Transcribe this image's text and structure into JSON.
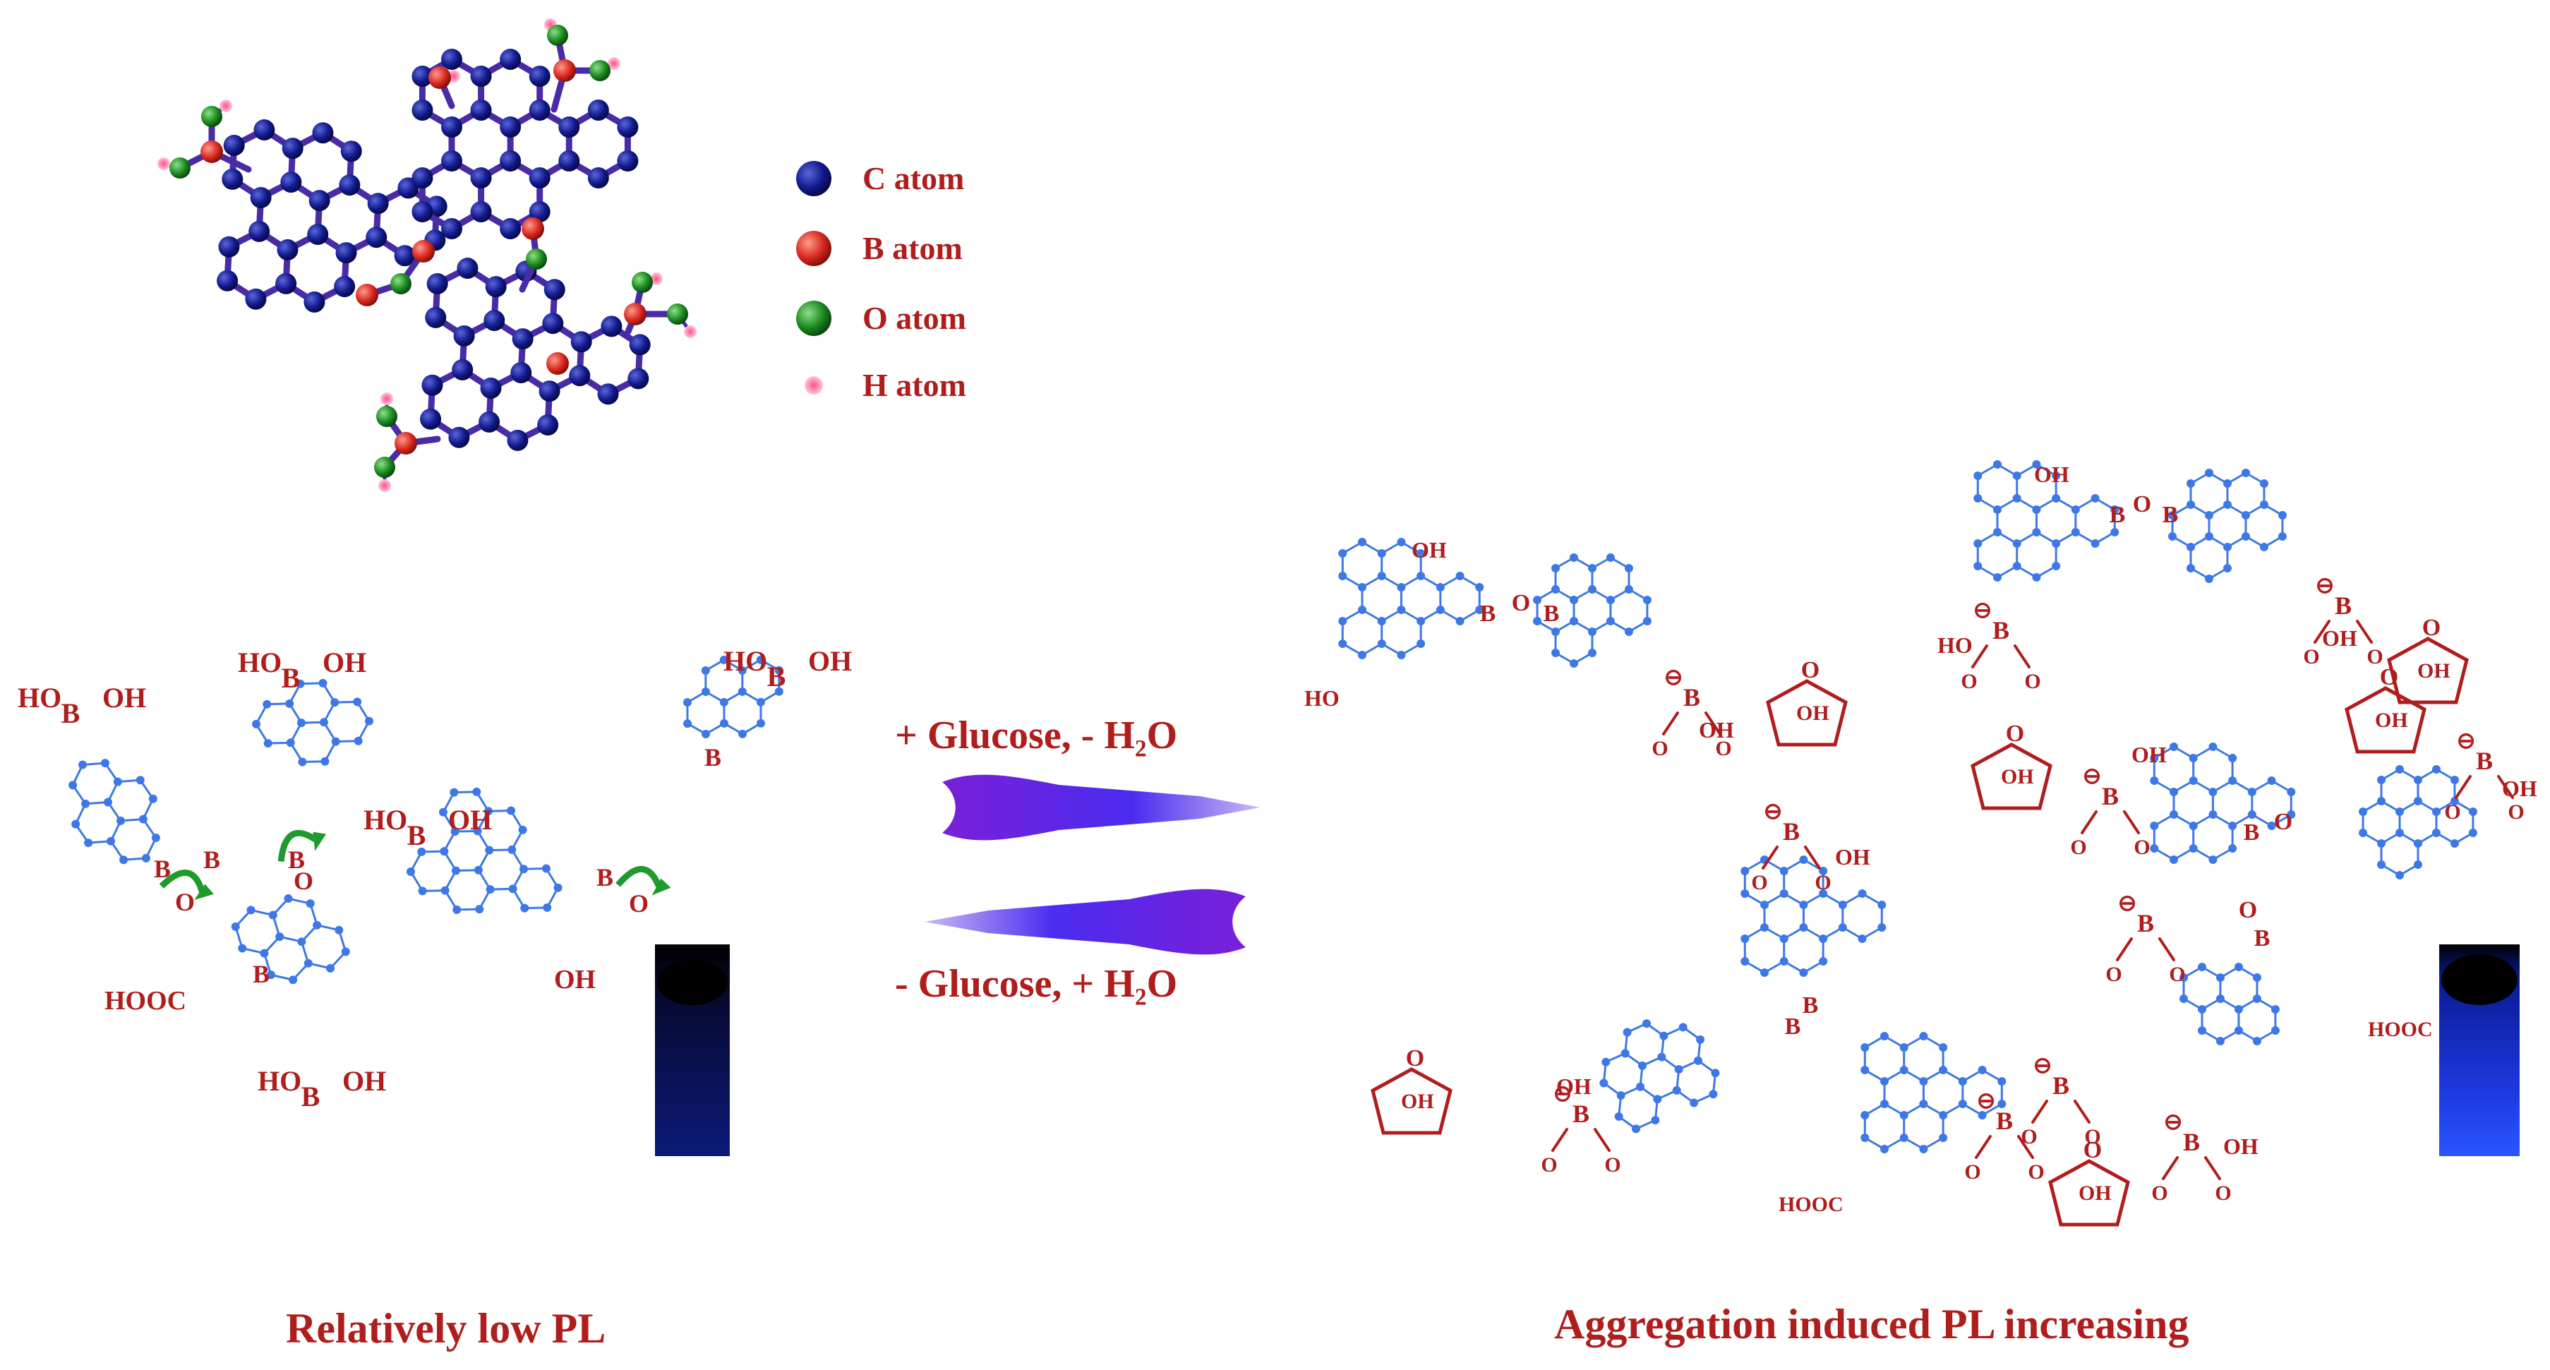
{
  "legend": {
    "items": [
      {
        "label": "C atom",
        "color": "#0d1580"
      },
      {
        "label": "B atom",
        "color": "#d8281e"
      },
      {
        "label": "O atom",
        "color": "#1a8a1f"
      },
      {
        "label": "H atom",
        "color": "#f06a9a"
      }
    ]
  },
  "reaction": {
    "forward_label": "+ Glucose, - H₂O",
    "reverse_label": "- Glucose, + H₂O"
  },
  "captions": {
    "left": "Relatively low PL",
    "right": "Aggregation induced PL increasing"
  },
  "groups": {
    "boronic": [
      "HO",
      "B",
      "OH"
    ],
    "hydroxyl": "OH",
    "carboxyl": "HOOC",
    "oxygen": "O",
    "boron": "B",
    "ho": "HO",
    "borate_charge": "⊖"
  },
  "colors": {
    "carbon_ball": "#0d1580",
    "carbon_bond": "#4a2ba6",
    "sheet_blue": "#3e78e6",
    "chem_red": "#b01d1d",
    "arrow_green": "#1f9a2c",
    "arrow_purple": "#6a1fe0",
    "cuvette_dark": "#050a30",
    "cuvette_glow": "#1f3dd6"
  }
}
